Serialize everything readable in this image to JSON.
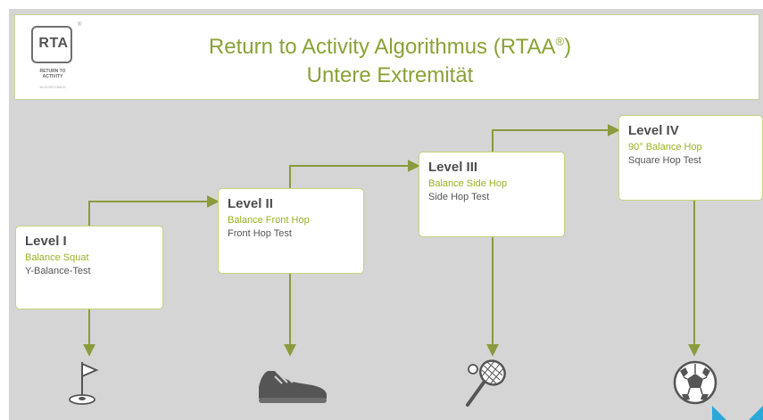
{
  "header": {
    "logo_text": "RTA",
    "logo_reg": "®",
    "logo_sub": "RETURN TO ACTIVITY",
    "logo_sub2": "ALGORITHMUS",
    "title_line1": "Return to Activity Algorithmus (RTAA",
    "title_reg": "®",
    "title_close": ")",
    "title_line2": "Untere Extremität"
  },
  "levels": [
    {
      "label": "Level I",
      "exercise": "Balance Squat",
      "test": "Y-Balance-Test",
      "activity_icon": "golf-flag-icon"
    },
    {
      "label": "Level II",
      "exercise": "Balance Front Hop",
      "test": "Front Hop Test",
      "activity_icon": "running-shoe-icon"
    },
    {
      "label": "Level III",
      "exercise": "Balance Side Hop",
      "test": "Side Hop Test",
      "activity_icon": "tennis-racket-icon"
    },
    {
      "label": "Level IV",
      "exercise": "90° Balance Hop",
      "test": "Square Hop Test",
      "activity_icon": "soccer-ball-icon"
    }
  ],
  "colors": {
    "accent_green": "#8aa237",
    "exercise_green": "#9ab125",
    "connector": "#8a9b3d",
    "background": "#d4d5d4",
    "corner_accent": "#2aa8d8"
  }
}
